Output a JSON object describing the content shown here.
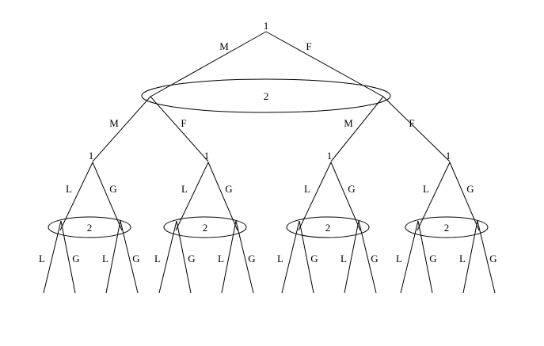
{
  "root": {
    "player": "1",
    "actions": [
      "M",
      "F"
    ]
  },
  "level2_info_set": {
    "player": "2",
    "actions": [
      "M",
      "F"
    ]
  },
  "level3_nodes": [
    {
      "player": "1",
      "actions": [
        "L",
        "G"
      ]
    },
    {
      "player": "1",
      "actions": [
        "L",
        "G"
      ]
    },
    {
      "player": "1",
      "actions": [
        "L",
        "G"
      ]
    },
    {
      "player": "1",
      "actions": [
        "L",
        "G"
      ]
    }
  ],
  "level4_info_sets": [
    {
      "player": "2",
      "actions": [
        "L",
        "G",
        "L",
        "G"
      ]
    },
    {
      "player": "2",
      "actions": [
        "L",
        "G",
        "L",
        "G"
      ]
    },
    {
      "player": "2",
      "actions": [
        "L",
        "G",
        "L",
        "G"
      ]
    },
    {
      "player": "2",
      "actions": [
        "L",
        "G",
        "L",
        "G"
      ]
    }
  ]
}
